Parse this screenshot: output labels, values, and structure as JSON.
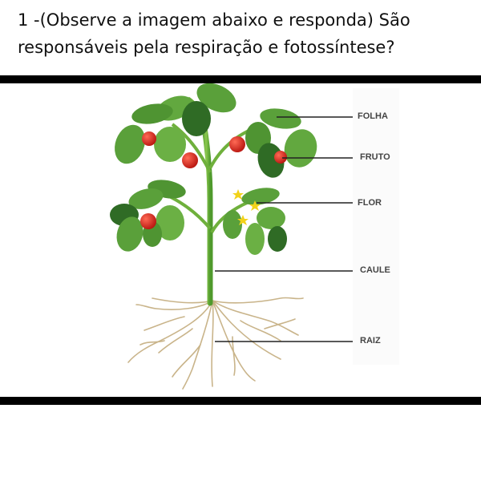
{
  "question": {
    "line1": "1 -(Observe a imagem abaixo e responda) São",
    "line2": "responsáveis pela respiração e fotossíntese?"
  },
  "diagram": {
    "labels": {
      "folha": "FOLHA",
      "fruto": "FRUTO",
      "flor": "FLOR",
      "caule": "CAULE",
      "raiz": "RAIZ"
    }
  },
  "colors": {
    "leaf": "#5aa03a",
    "leaf_dark": "#2f6b25",
    "stem": "#6fb03c",
    "tomato": "#d8261c",
    "flower": "#f2d21a",
    "root": "#c9b48a",
    "rule": "#000000"
  }
}
